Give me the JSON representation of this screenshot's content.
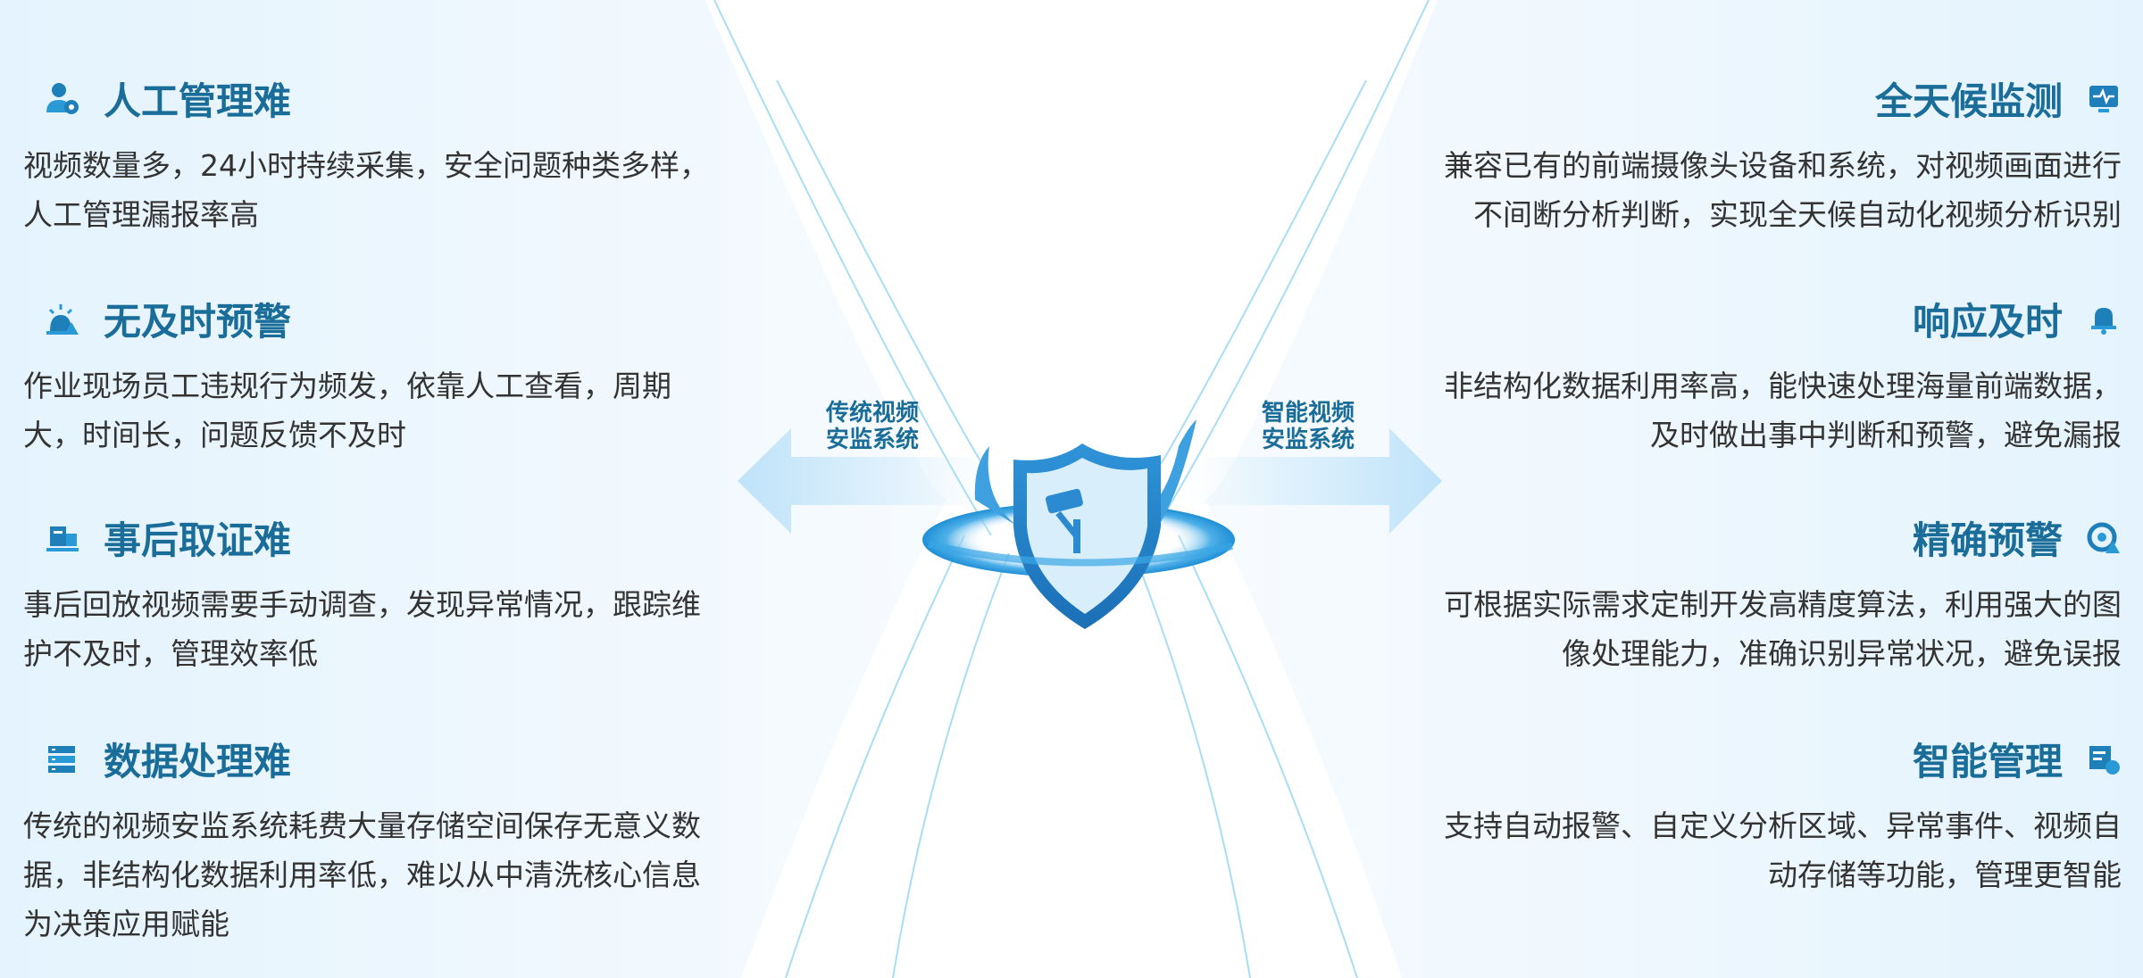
{
  "center": {
    "left_label_1": "传统视频",
    "left_label_2": "安监系统",
    "right_label_1": "智能视频",
    "right_label_2": "安监系统"
  },
  "left": [
    {
      "title": "人工管理难",
      "icon": "user-gear-icon",
      "desc": "视频数量多，24小时持续采集，安全问题种类多样，人工管理漏报率高"
    },
    {
      "title": "无及时预警",
      "icon": "alarm-warning-icon",
      "desc": "作业现场员工违规行为频发，依靠人工查看，周期大，时间长，问题反馈不及时"
    },
    {
      "title": "事后取证难",
      "icon": "truck-evidence-icon",
      "desc": "事后回放视频需要手动调查，发现异常情况，跟踪维护不及时，管理效率低"
    },
    {
      "title": "数据处理难",
      "icon": "server-data-icon",
      "desc": "传统的视频安监系统耗费大量存储空间保存无意义数据，非结构化数据利用率低，难以从中清洗核心信息为决策应用赋能"
    }
  ],
  "right": [
    {
      "title": "全天候监测",
      "icon": "monitor-pulse-icon",
      "desc": "兼容已有的前端摄像头设备和系统，对视频画面进行不间断分析判断，实现全天候自动化视频分析识别"
    },
    {
      "title": "响应及时",
      "icon": "bell-icon",
      "desc": "非结构化数据利用率高，能快速处理海量前端数据，及时做出事中判断和预警，避免漏报"
    },
    {
      "title": "精确预警",
      "icon": "target-warning-icon",
      "desc": "可根据实际需求定制开发高精度算法，利用强大的图像处理能力，准确识别异常状况，避免误报"
    },
    {
      "title": "智能管理",
      "icon": "smart-manage-icon",
      "desc": "支持自动报警、自定义分析区域、异常事件、视频自动存储等功能，管理更智能"
    }
  ],
  "colors": {
    "title": "#1a6d98",
    "text": "#333333",
    "accent": "#2a8fd0"
  }
}
